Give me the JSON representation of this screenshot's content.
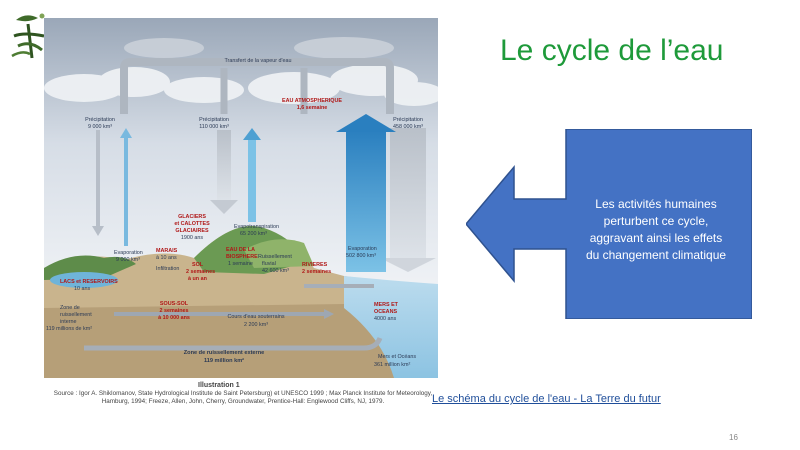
{
  "slide": {
    "title": "Le cycle de l’eau",
    "page_number": "16",
    "link_text": "Le schéma du cycle de l'eau - La Terre du futur",
    "callout": {
      "lines": [
        "Les activités humaines",
        "perturbent ce cycle,",
        "aggravant ainsi les effets",
        "du changement climatique"
      ],
      "color": "#4472c4"
    },
    "title_color": "#1e9a3a"
  },
  "diagram": {
    "top_label": "Transfert de la vapeur d'eau",
    "atmos": [
      "EAU ATMOSPHERIQUE",
      "1,6 semaine"
    ],
    "precip_left": [
      "Précipitation",
      "9 000 km³"
    ],
    "precip_mid": [
      "Précipitation",
      "110 000 km³"
    ],
    "precip_right": [
      "Précipitation",
      "458 000 km³"
    ],
    "glaciers": [
      "GLACIERS",
      "et CALOTTES",
      "GLACIAIRES",
      "1900 ans"
    ],
    "evapotrans": [
      "Evapotranspiration",
      "65 200 km³"
    ],
    "evap_left": [
      "Evaporation",
      "9 000 km³"
    ],
    "marais": [
      "MARAIS",
      "à 10 ans"
    ],
    "eau_bio": [
      "EAU DE LA",
      "BIOSPHERE",
      "1 semaine"
    ],
    "ruiss_fluv": [
      "Ruissellement",
      "fluvial",
      "42 600 km³"
    ],
    "evap_right": [
      "Evaporation",
      "502 800 km³"
    ],
    "lacs": [
      "LACS et RESERVOIRS",
      "10 ans"
    ],
    "sol": [
      "SOL",
      "2 semaines",
      "à un an"
    ],
    "infiltration": "Infiltration",
    "rivieres": [
      "RIVIERES",
      "2 semaines"
    ],
    "zone_interne": [
      "Zone de",
      "ruissellement",
      "interne",
      "119 millions de km²"
    ],
    "sous_sol": [
      "SOUS-SOL",
      "2 semaines",
      "à 10 000 ans"
    ],
    "cours_eau": [
      "Cours d'eau souterrains",
      "2 200 km³"
    ],
    "mers": [
      "MERS ET",
      "OCEANS",
      "4000 ans"
    ],
    "zone_externe": [
      "Zone de ruissellement externe",
      "119 million km²"
    ],
    "mers_oceans": [
      "Mers et Océans",
      "361 million km²"
    ],
    "caption_title": "Illustration 1",
    "caption_source": "Source : Igor A. Shiklomanov, State Hydrological Institute de Saint Petersburg) et UNESCO 1999 ; Max Planck Institute for Meteorology, Hamburg, 1994; Freeze, Allen, John, Cherry, Groundwater, Prentice-Hall: Englewood Cliffs, NJ, 1979."
  }
}
